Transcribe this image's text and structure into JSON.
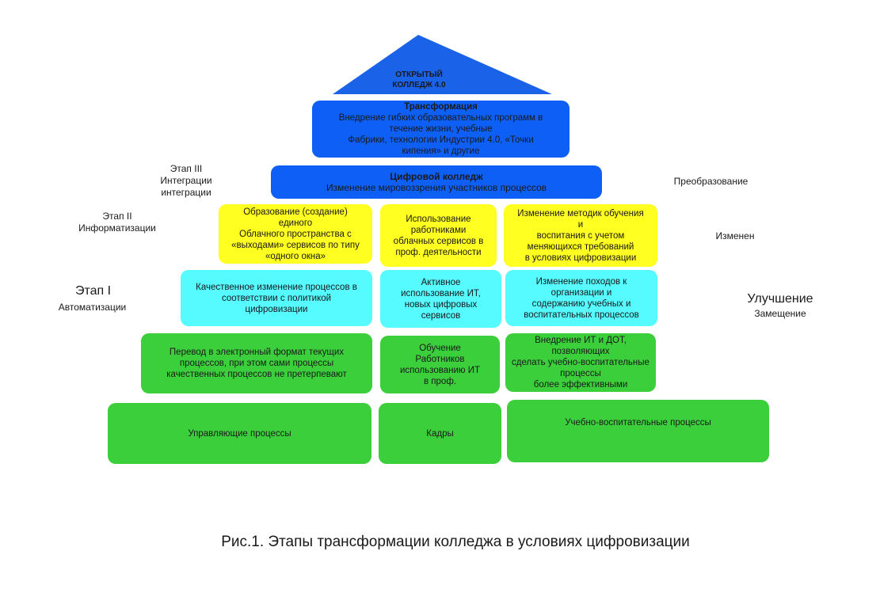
{
  "roof": "ОТКРЫТЫЙ\nКОЛЛЕДЖ 4.0",
  "transformation": {
    "title": "Трансформация",
    "text": "Внедрение гибких образовательных программ в\nтечение жизни, учебные\nФабрики, технологии Индустрии 4.0, «Точки\nкипения» и другие"
  },
  "digital": {
    "title": "Цифровой колледж",
    "text": "Изменение мировоззрения участников процессов"
  },
  "yellow": [
    "Образование (создание)\nединого\nОблачного пространства с\n«выходами» сервисов по типу\n«одного окна»",
    "Использование\nработниками\nоблачных сервисов в\nпроф. деятельности",
    "Изменение методик обучения\nи\nвоспитания с учетом\nменяющихся  требований\nв условиях цифровизации"
  ],
  "cyan": [
    "Качественное изменение процессов в\nсоответствии с политикой\nцифровизации",
    "Активное\nиспользование ИТ,\nновых цифровых\nсервисов",
    "Изменение походов к организации и\nсодержанию учебных и\nвоспитательных процессов"
  ],
  "green1": [
    "Перевод в электронный формат текущих\nпроцессов, при этом сами процессы\nкачественных процессов не претерпевают",
    "Обучение\nРаботников\nиспользованию ИТ\nв проф.",
    "Внедрение ИТ и ДОТ, позволяющих\nсделать учебно-воспитательные процессы\nболее эффективными"
  ],
  "green2": [
    "Управляющие процессы",
    "Кадры",
    "Учебно-воспитательные процессы"
  ],
  "left": {
    "stage3": "Этап III\nИнтеграции\nинтеграции",
    "stage2": "Этап II\nИнформатизации",
    "stage1": "Этап I",
    "stage1_sub": "Автоматизации"
  },
  "right": {
    "r1": "Преобразование",
    "r2": "Изменен",
    "r3": "Улучшение",
    "r3_sub": "Замещение"
  },
  "caption": "Рис.1. Этапы трансформации колледжа в условиях цифровизации",
  "colors": {
    "blue": "#0d5ff6",
    "yellow": "#ffff22",
    "cyan": "#55fbff",
    "green": "#3ccf3c"
  }
}
